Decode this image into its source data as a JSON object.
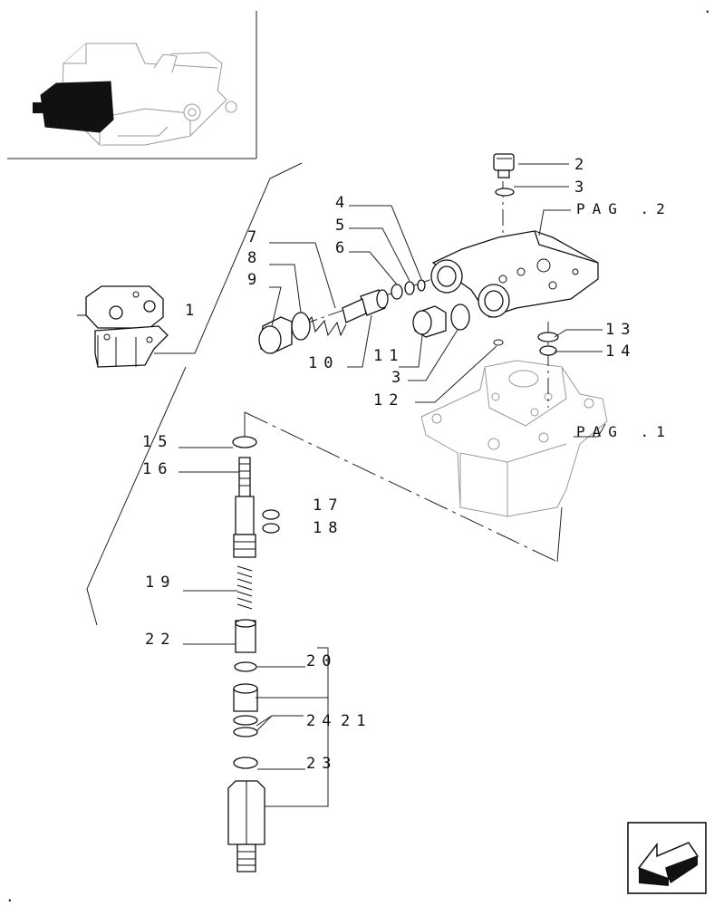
{
  "labels": {
    "l1": "1",
    "l2": "2",
    "l3_top": "3",
    "l3_mid": "3",
    "l4": "4",
    "l5": "5",
    "l6": "6",
    "l7": "7",
    "l8": "8",
    "l9": "9",
    "l10": "10",
    "l11": "11",
    "l12": "12",
    "l13": "13",
    "l14": "14",
    "l15": "15",
    "l16": "16",
    "l17": "17",
    "l18": "18",
    "l19": "19",
    "l20": "20",
    "l21": "21",
    "l22": "22",
    "l23": "23",
    "l24": "24"
  },
  "references": {
    "pag2": "PAG .2",
    "pag1": "PAG .1"
  },
  "icons": {
    "thumbnail": "assembly-location-thumbnail",
    "nav": "next-page-arrow-icon"
  },
  "dot_mark": "."
}
